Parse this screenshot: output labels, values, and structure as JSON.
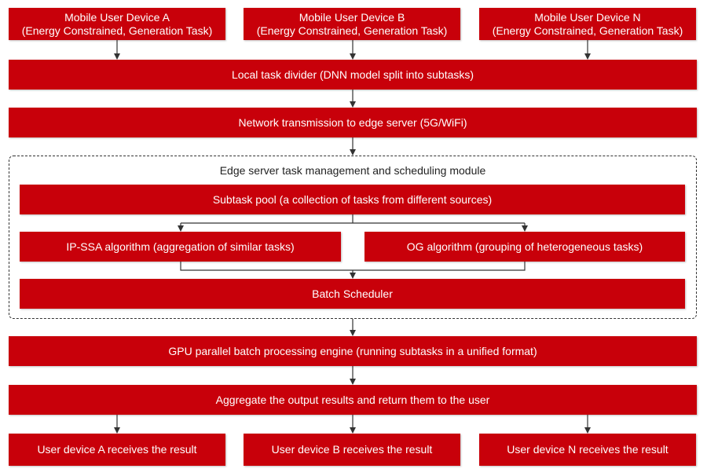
{
  "colors": {
    "box_fill": "#c8000a",
    "box_text": "#ffffff",
    "arrow": "#333333",
    "border": "#333333"
  },
  "devices": [
    {
      "name": "Mobile User Device A",
      "note": "(Energy Constrained, Generation Task)"
    },
    {
      "name": "Mobile User Device B",
      "note": "(Energy Constrained, Generation Task)"
    },
    {
      "name": "Mobile User Device N",
      "note": "(Energy Constrained, Generation Task)"
    }
  ],
  "local_divider": "Local task divider (DNN model split into subtasks)",
  "network": "Network transmission to edge server (5G/WiFi)",
  "edge_module": {
    "title": "Edge server task management and scheduling module",
    "subtask_pool": "Subtask pool (a collection of tasks from different sources)",
    "ip_ssa": "IP-SSA algorithm (aggregation of similar tasks)",
    "og": "OG algorithm (grouping of heterogeneous tasks)",
    "batch_scheduler": "Batch Scheduler"
  },
  "gpu_engine": "GPU parallel batch processing engine (running subtasks in a unified format)",
  "aggregate": "Aggregate the output results and return them to the user",
  "receivers": [
    "User device A receives the result",
    "User device B receives the result",
    "User device N receives the result"
  ]
}
